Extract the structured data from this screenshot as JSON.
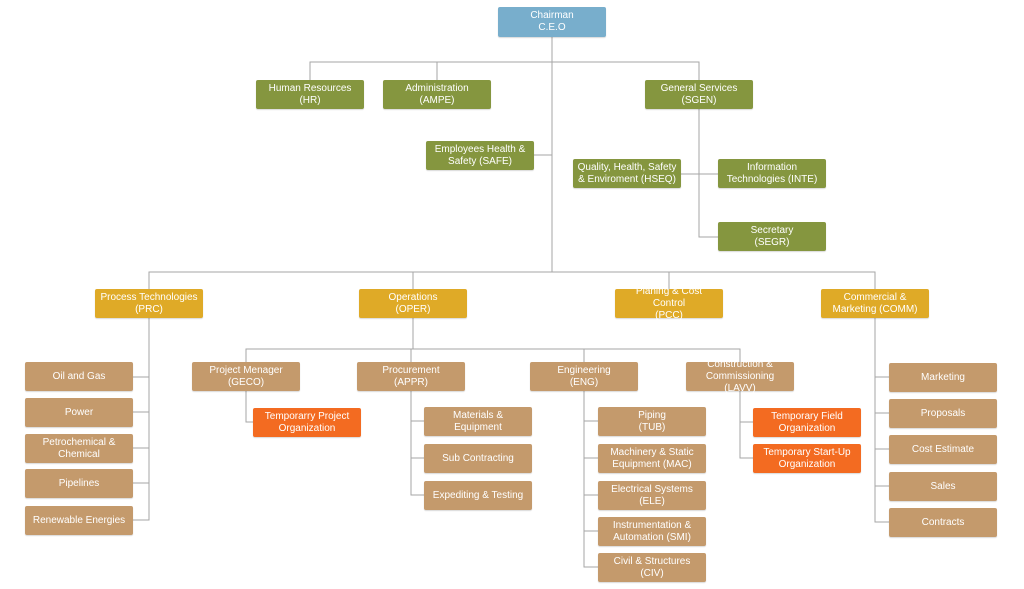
{
  "colors": {
    "ceo": "#78AECC",
    "green": "#85963F",
    "gold": "#DFAA27",
    "tan": "#C49A6C",
    "orange": "#F36B21",
    "connector": "#A6A6A6"
  },
  "nodes": [
    {
      "id": "ceo",
      "text": "Chairman\nC.E.O",
      "color": "ceo"
    },
    {
      "id": "hr",
      "text": "Human Resources\n(HR)",
      "color": "green"
    },
    {
      "id": "ampe",
      "text": "Administration\n(AMPE)",
      "color": "green"
    },
    {
      "id": "sgen",
      "text": "General Services\n(SGEN)",
      "color": "green"
    },
    {
      "id": "safe",
      "text": "Employees Health &\nSafety (SAFE)",
      "color": "green"
    },
    {
      "id": "hseq",
      "text": "Quality, Health, Safety\n& Enviroment (HSEQ)",
      "color": "green"
    },
    {
      "id": "inte",
      "text": "Information\nTechnologies (INTE)",
      "color": "green"
    },
    {
      "id": "segr",
      "text": "Secretary\n(SEGR)",
      "color": "green"
    },
    {
      "id": "prc",
      "text": "Process Technologies\n(PRC)",
      "color": "gold"
    },
    {
      "id": "oper",
      "text": "Operations\n(OPER)",
      "color": "gold"
    },
    {
      "id": "pcc",
      "text": "Planing & Cost Control\n(PCC)",
      "color": "gold"
    },
    {
      "id": "comm",
      "text": "Commercial &\nMarketing (COMM)",
      "color": "gold"
    },
    {
      "id": "oil",
      "text": "Oil and Gas",
      "color": "tan"
    },
    {
      "id": "power",
      "text": "Power",
      "color": "tan"
    },
    {
      "id": "petro",
      "text": "Petrochemical &\nChemical",
      "color": "tan"
    },
    {
      "id": "pipe",
      "text": "Pipelines",
      "color": "tan"
    },
    {
      "id": "renew",
      "text": "Renewable Energies",
      "color": "tan"
    },
    {
      "id": "geco",
      "text": "Project Menager\n(GECO)",
      "color": "tan"
    },
    {
      "id": "tpo",
      "text": "Temporarry Project\nOrganization",
      "color": "orange"
    },
    {
      "id": "appr",
      "text": "Procurement\n(APPR)",
      "color": "tan"
    },
    {
      "id": "mat",
      "text": "Materials &\nEquipment",
      "color": "tan"
    },
    {
      "id": "sub",
      "text": "Sub Contracting",
      "color": "tan"
    },
    {
      "id": "exp",
      "text": "Expediting & Testing",
      "color": "tan"
    },
    {
      "id": "eng",
      "text": "Engineering\n(ENG)",
      "color": "tan"
    },
    {
      "id": "tub",
      "text": "Piping\n(TUB)",
      "color": "tan"
    },
    {
      "id": "mac",
      "text": "Machinery & Static\nEquipment (MAC)",
      "color": "tan"
    },
    {
      "id": "ele",
      "text": "Electrical Systems\n(ELE)",
      "color": "tan"
    },
    {
      "id": "smi",
      "text": "Instrumentation &\nAutomation (SMI)",
      "color": "tan"
    },
    {
      "id": "civ",
      "text": "Civil & Structures\n(CIV)",
      "color": "tan"
    },
    {
      "id": "lavv",
      "text": "Construction &\nCommissioning (LAVV)",
      "color": "tan"
    },
    {
      "id": "tfo",
      "text": "Temporary Field\nOrganization",
      "color": "orange"
    },
    {
      "id": "tso",
      "text": "Temporary Start-Up\nOrganization",
      "color": "orange"
    },
    {
      "id": "mkt",
      "text": "Marketing",
      "color": "tan"
    },
    {
      "id": "prop",
      "text": "Proposals",
      "color": "tan"
    },
    {
      "id": "cost",
      "text": "Cost Estimate",
      "color": "tan"
    },
    {
      "id": "sales",
      "text": "Sales",
      "color": "tan"
    },
    {
      "id": "contr",
      "text": "Contracts",
      "color": "tan"
    }
  ]
}
